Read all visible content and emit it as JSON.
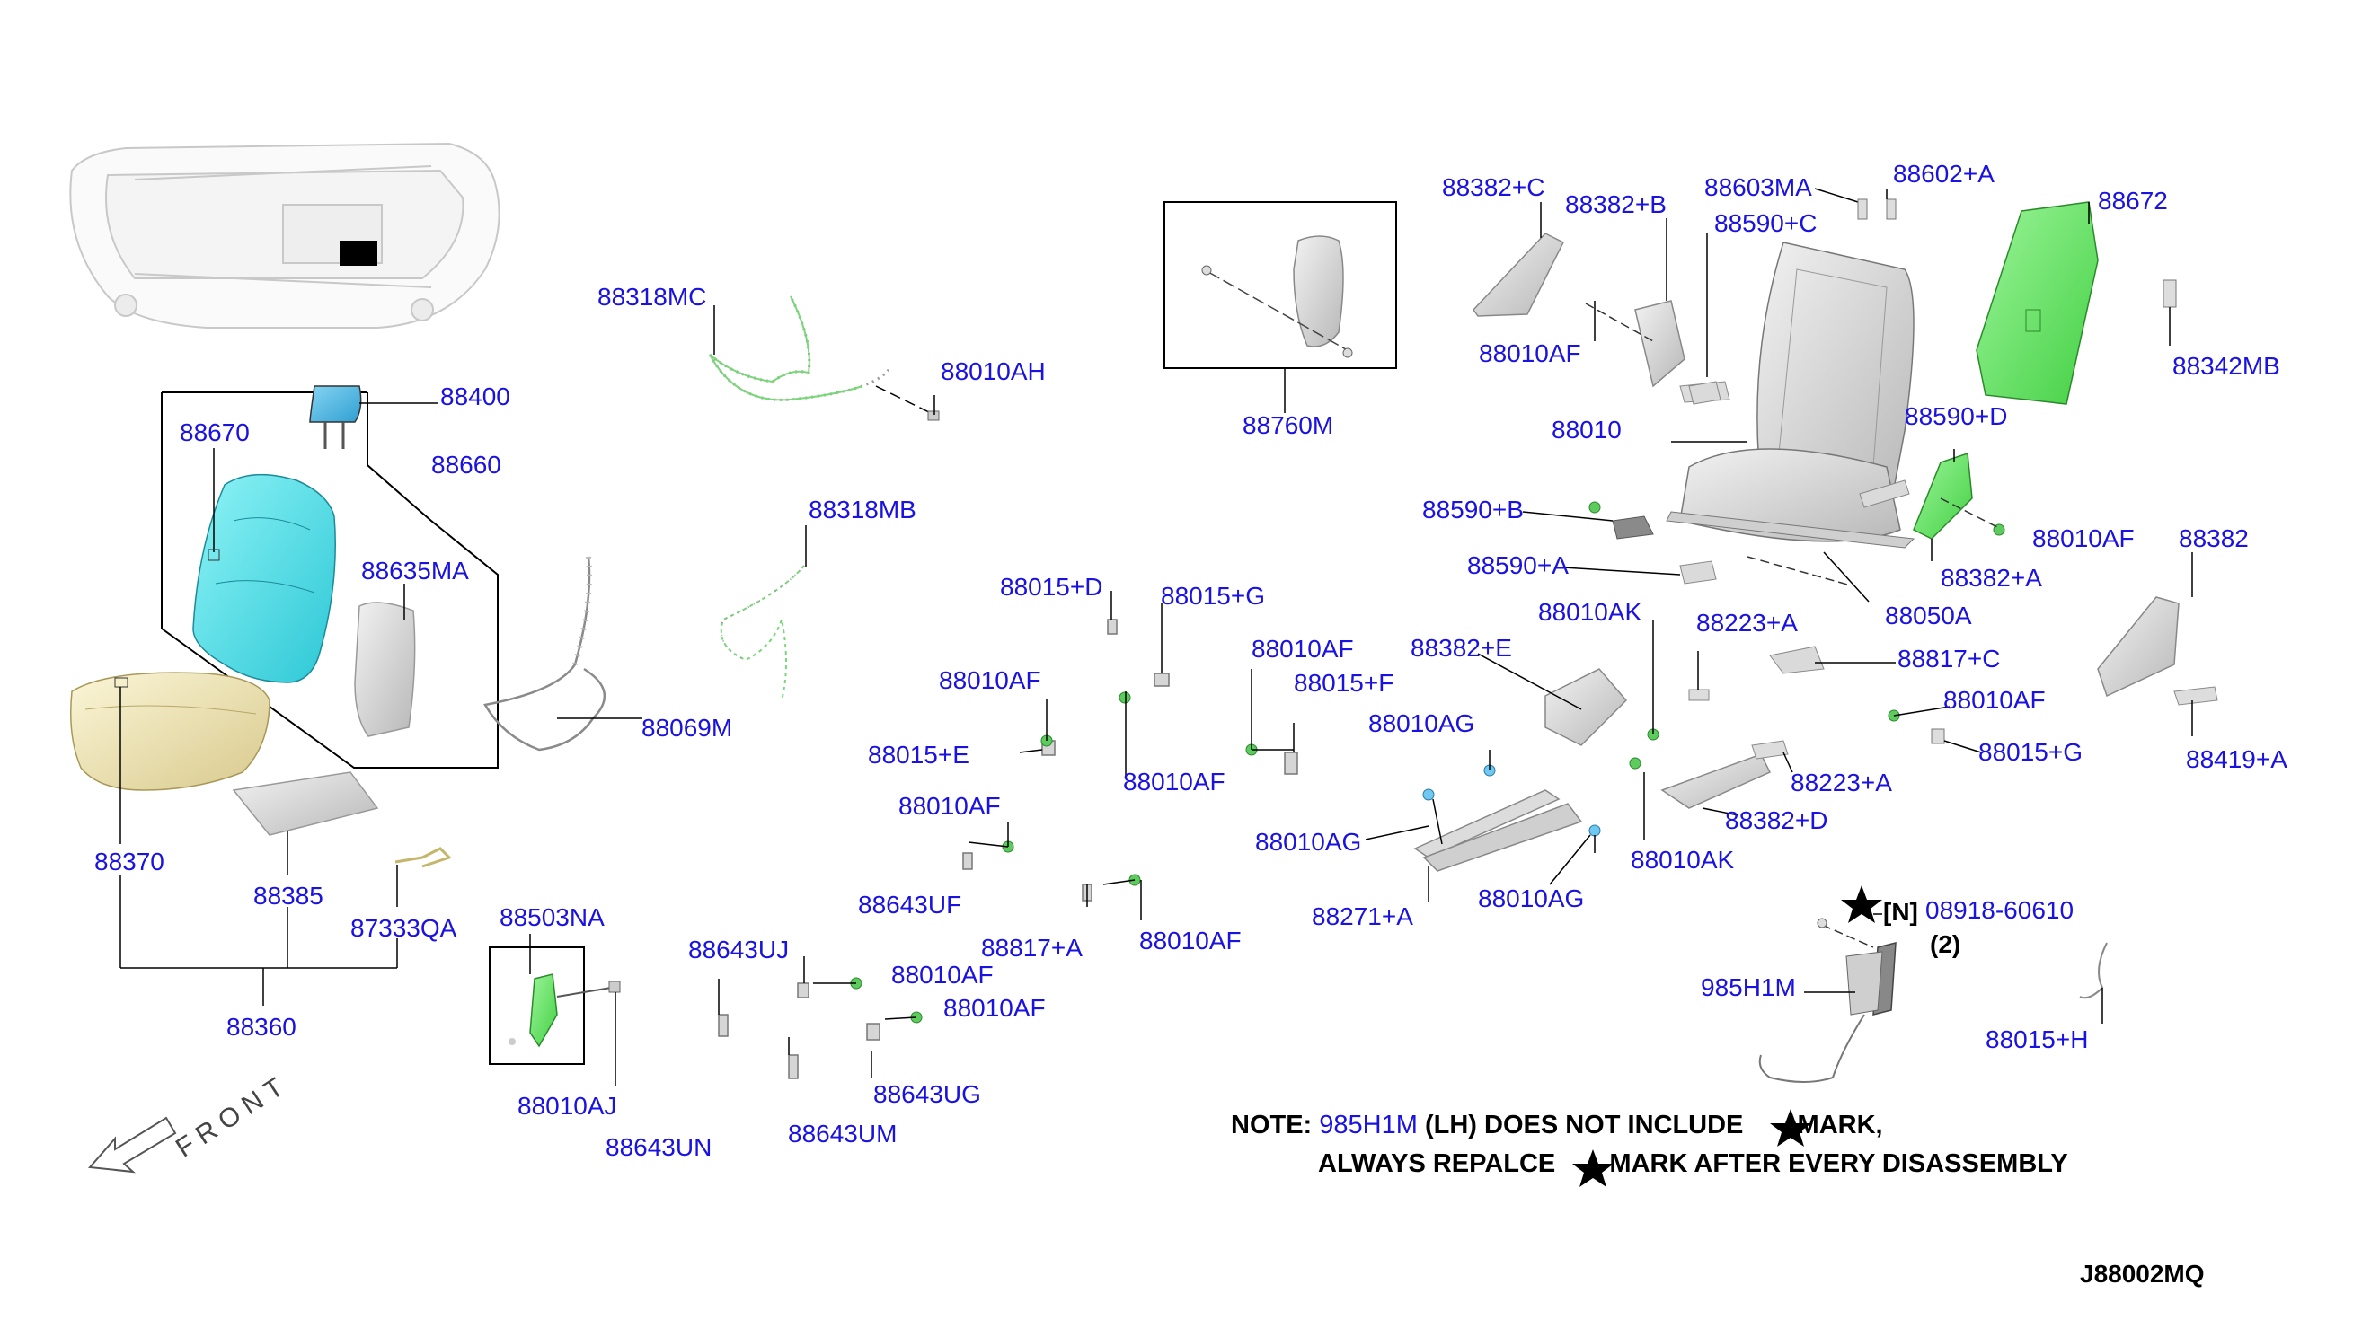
{
  "diagram_code": "J88002MQ",
  "front_label": "FRONT",
  "parts": {
    "p88400": "88400",
    "p88670": "88670",
    "p88660": "88660",
    "p88635MA": "88635MA",
    "p88370": "88370",
    "p88385": "88385",
    "p87333QA": "87333QA",
    "p88360": "88360",
    "p88503NA": "88503NA",
    "p88010AJ": "88010AJ",
    "p88318MC": "88318MC",
    "p88010AH": "88010AH",
    "p88318MB": "88318MB",
    "p88069M": "88069M",
    "p88760M": "88760M",
    "p88015D": "88015+D",
    "p88015G1": "88015+G",
    "p88010AF_a": "88010AF",
    "p88015E": "88015+E",
    "p88010AF_b": "88010AF",
    "p88010AF_c": "88010AF",
    "p88015F": "88015+F",
    "p88010AF_d": "88010AF",
    "p88643UF": "88643UF",
    "p88643UJ": "88643UJ",
    "p88010AF_e": "88010AF",
    "p88817A": "88817+A",
    "p88010AF_f": "88010AF",
    "p88010AF_g": "88010AF",
    "p88643UG": "88643UG",
    "p88643UN": "88643UN",
    "p88643UM": "88643UM",
    "p88382C": "88382+C",
    "p88382B": "88382+B",
    "p88603MA": "88603MA",
    "p88602A": "88602+A",
    "p88590C": "88590+C",
    "p88672": "88672",
    "p88010AF_h": "88010AF",
    "p88342MB": "88342MB",
    "p88010": "88010",
    "p88590D": "88590+D",
    "p88590B": "88590+B",
    "p88010AF_i": "88010AF",
    "p88382": "88382",
    "p88590A": "88590+A",
    "p88382A": "88382+A",
    "p88050A": "88050A",
    "p88010AK1": "88010AK",
    "p88223A1": "88223+A",
    "p88382E": "88382+E",
    "p88817C": "88817+C",
    "p88010AF_j": "88010AF",
    "p88010AG1": "88010AG",
    "p88015G2": "88015+G",
    "p88419A": "88419+A",
    "p88223A2": "88223+A",
    "p88382D": "88382+D",
    "p88010AG2": "88010AG",
    "p88010AK2": "88010AK",
    "p88271A": "88271+A",
    "p88010AG3": "88010AG",
    "p08918": "08918-60610",
    "p985H1M": "985H1M",
    "p88015H": "88015+H"
  },
  "kit_marker": "[N]",
  "kit_qty": "(2)",
  "note": {
    "prefix": "NOTE:",
    "part": "985H1M",
    "line1_rest": "(LH) DOES NOT INCLUDE",
    "line1_end": "MARK,",
    "line2_start": "ALWAYS REPALCE",
    "line2_end": "MARK AFTER EVERY DISASSEMBLY"
  },
  "colors": {
    "label_blue": "#1a12e0",
    "cyan_part": "#4fe0e8",
    "green_part": "#6ee86a",
    "beige_part": "#f0e6b0",
    "gray_part": "#d8d8d8"
  }
}
